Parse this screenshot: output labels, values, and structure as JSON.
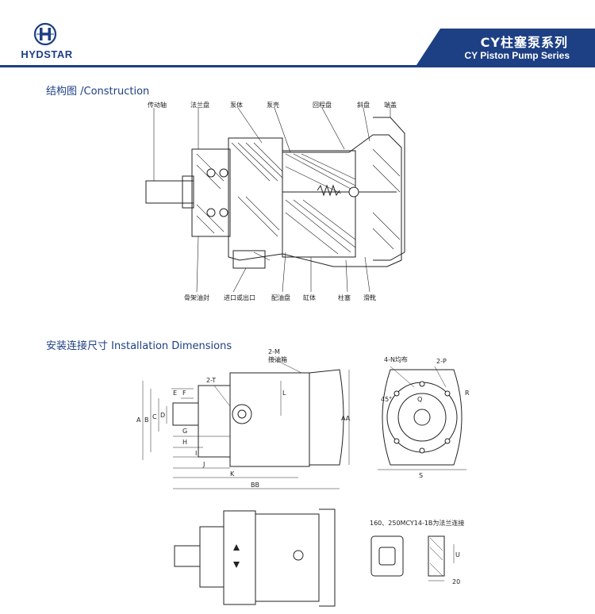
{
  "header": {
    "brand": "HYDSTAR",
    "title_cn": "CY柱塞泵系列",
    "title_en": "CY Piston Pump Series",
    "accent_color": "#1d3f84"
  },
  "construction": {
    "heading": "结构图 /Construction",
    "top_labels": [
      "传动轴",
      "法兰盘",
      "泵体",
      "泵壳",
      "回程盘",
      "斜盘",
      "端盖"
    ],
    "bottom_labels": [
      "骨架油封",
      "进口或出口",
      "配油盘",
      "缸体",
      "柱塞",
      "滑靴"
    ]
  },
  "installation": {
    "heading": "安装连接尺寸 Installation Dimensions",
    "dims_side": [
      "2-M",
      "接油箱",
      "2-T",
      "L",
      "F",
      "E",
      "A",
      "B",
      "C",
      "D",
      "G",
      "H",
      "I",
      "J",
      "K",
      "BB",
      "AA"
    ],
    "dims_end": [
      "4-N均布",
      "2-P",
      "45°",
      "R",
      "S",
      "Q"
    ],
    "note": "160、250MCY14-1B为法兰连接",
    "flange_dim": "20",
    "flange_side": "U"
  }
}
